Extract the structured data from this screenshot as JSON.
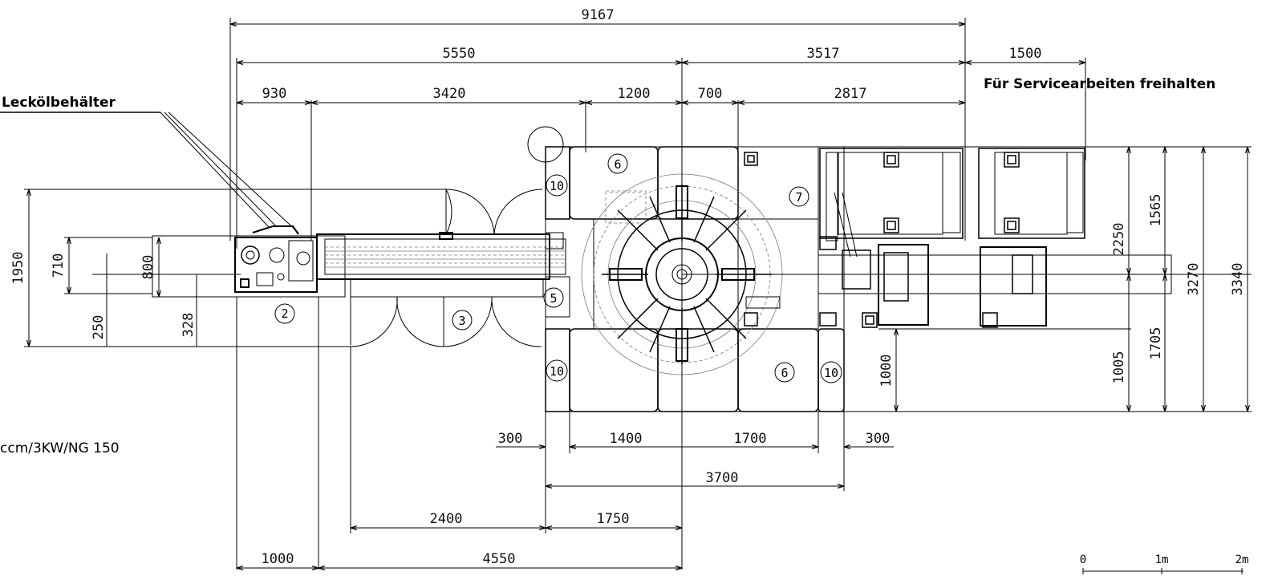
{
  "labels": {
    "leak_oil_tank": "Leckölbehälter",
    "service_clearance": "Für Servicearbeiten freihalten",
    "spec_note": "ccm/3KW/NG 150"
  },
  "dimensions": {
    "overall_9167": "9167",
    "d_5550": "5550",
    "d_3517": "3517",
    "d_1500": "1500",
    "d_930": "930",
    "d_3420": "3420",
    "d_1200": "1200",
    "d_700": "700",
    "d_2817": "2817",
    "left_1950": "1950",
    "left_710": "710",
    "left_800": "800",
    "left_250": "250",
    "left_328": "328",
    "right_2250": "2250",
    "right_1565": "1565",
    "right_3270": "3270",
    "right_3340": "3340",
    "right_1000": "1000",
    "right_1005": "1005",
    "right_1705": "1705",
    "bottom_300a": "300",
    "bottom_1400": "1400",
    "bottom_1700": "1700",
    "bottom_300b": "300",
    "bottom_3700": "3700",
    "bottom_2400": "2400",
    "bottom_1750": "1750",
    "bottom_1000": "1000",
    "bottom_4550": "4550"
  },
  "bubbles": {
    "b2": "2",
    "b3": "3",
    "b5": "5",
    "b6_top": "6",
    "b6_bottom": "6",
    "b7": "7",
    "b10_top": "10",
    "b10_bottom_left": "10",
    "b10_bottom_right": "10"
  },
  "scale_bar": {
    "zero": "0",
    "one": "1m",
    "two": "2m"
  }
}
